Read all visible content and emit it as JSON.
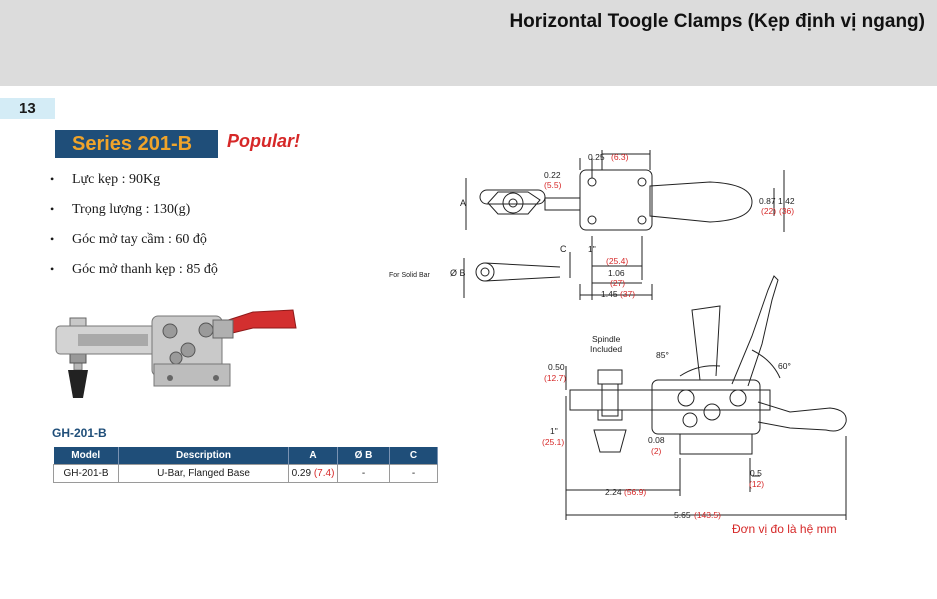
{
  "header": {
    "title": "Horizontal Toogle Clamps (Kẹp định vị ngang)"
  },
  "page_number": "13",
  "series": {
    "name": "Series 201-B",
    "tag": "Popular!"
  },
  "specs": [
    "Lực kẹp : 90Kg",
    "Trọng lượng : 130(g)",
    "Góc mở tay cầm : 60 độ",
    "Góc mở thanh kẹp : 85 độ"
  ],
  "bullet_char": "•",
  "model_heading": "GH-201-B",
  "table": {
    "headers": [
      "Model",
      "Description",
      "A",
      "Ø B",
      "C"
    ],
    "row": {
      "model": "GH-201-B",
      "description": "U-Bar, Flanged Base",
      "a_in": "0.29",
      "a_mm": "(7.4)",
      "b": "-",
      "c": "-"
    }
  },
  "drawing": {
    "top_dims": [
      {
        "in": "0.25",
        "mm": "(6.3)"
      },
      {
        "in": "0.22",
        "mm": "(5.5)"
      },
      {
        "in": "0.87",
        "mm": "(22)"
      },
      {
        "in": "1.42",
        "mm": "(36)"
      },
      {
        "in": "1\"",
        "mm": "(25.4)"
      },
      {
        "in": "1.06",
        "mm": "(27)"
      },
      {
        "in": "1.45",
        "mm": "(37)"
      }
    ],
    "label_a": "A",
    "label_b": "Ø B",
    "label_c": "C",
    "solid_bar": "For Solid Bar",
    "spindle": [
      "Spindle",
      "Included"
    ],
    "angle_85": "85°",
    "angle_60": "60°",
    "side_dims": [
      {
        "in": "0.50",
        "mm": "(12.7)"
      },
      {
        "in": "1\"",
        "mm": "(25.1)"
      },
      {
        "in": "0.08",
        "mm": "(2)"
      },
      {
        "in": "0.5",
        "mm": "(12)"
      },
      {
        "in": "2.24",
        "mm": "(56.9)"
      },
      {
        "in": "5.65",
        "mm": "(143.5)"
      }
    ]
  },
  "unit_note": "Đơn vị đo là hệ mm",
  "colors": {
    "header_band": "#dcdcdc",
    "series_bg": "#1f4e79",
    "series_text": "#f0a42a",
    "accent_red": "#d62828",
    "page_num_bg": "#d4ecf6"
  }
}
